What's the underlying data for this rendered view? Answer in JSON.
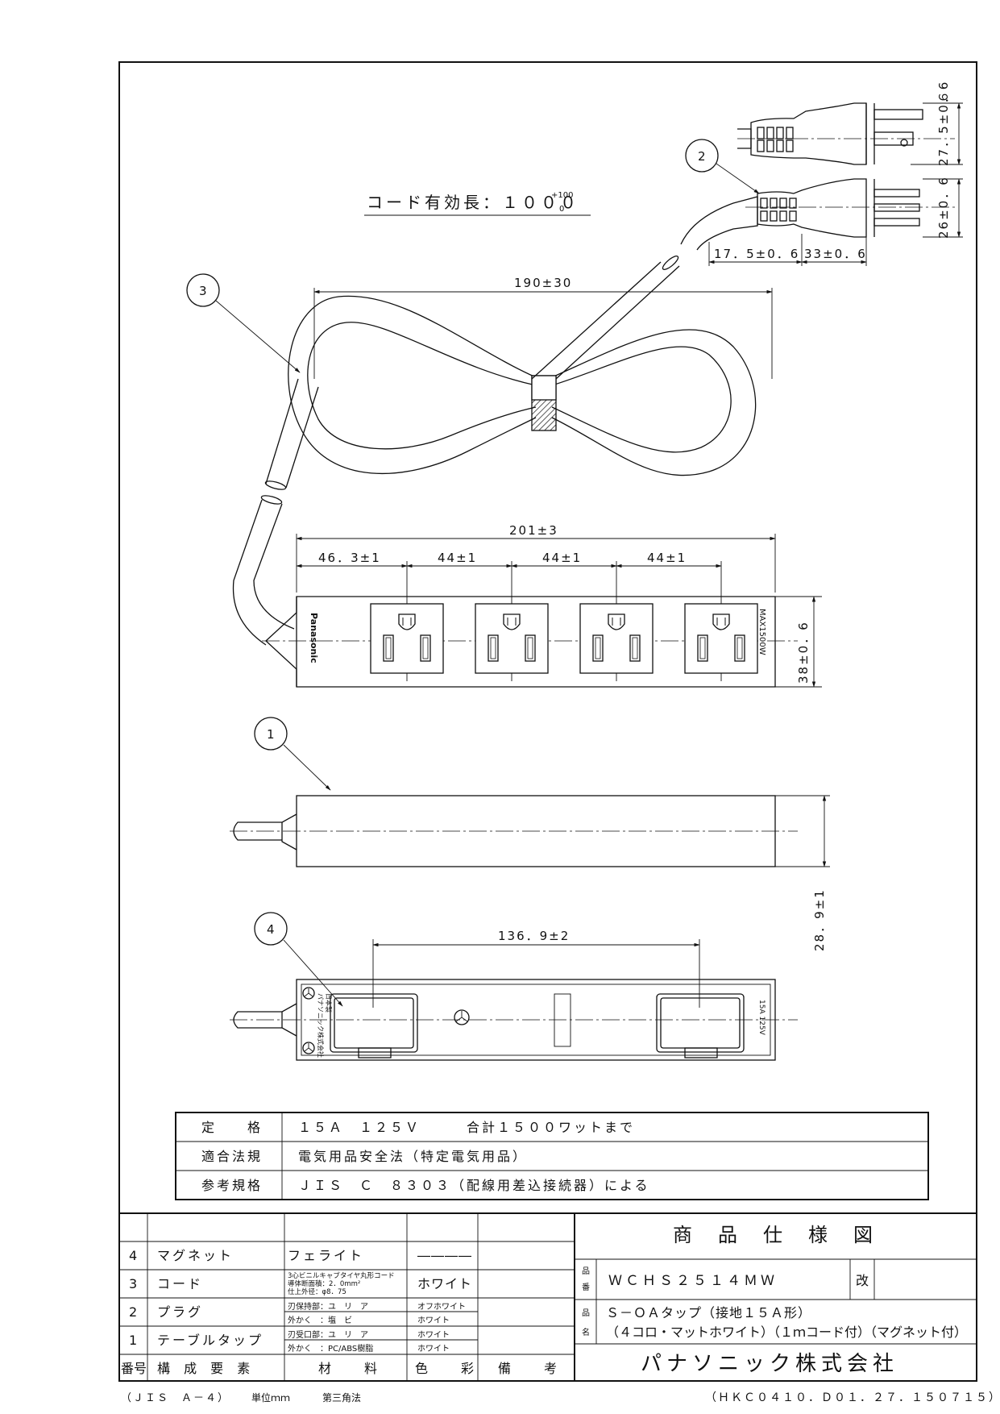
{
  "cord_length_label": "コード有効長：１０００",
  "cord_length_tol_upper": "+100",
  "cord_length_tol_lower": "0",
  "dimensions": {
    "cord_loop_width": "190±30",
    "tap_length": "201±3",
    "first_pitch": "46．3±1",
    "pitch": "44±1",
    "tap_width": "38±0．6",
    "tap_height": "28．9±1",
    "magnet_pitch": "136．9±2",
    "plug_pin_span": "27．5±0．6",
    "plug_width": "26±0．6",
    "plug_body": "17．5±0．6",
    "plug_pin_len": "33±0．6"
  },
  "callouts": [
    "1",
    "2",
    "3",
    "4"
  ],
  "tap_markings": {
    "brand": "Panasonic",
    "max_rating": "MAX1500W",
    "bottom_rating": "15A 125V",
    "bottom_maker": "パナソニック株式会社",
    "bottom_origin": "日本製"
  },
  "spec_table": [
    {
      "label": "定　　格",
      "value": "１５Ａ　１２５Ｖ　　　合計１５００ワットまで"
    },
    {
      "label": "適合法規",
      "value": "電気用品安全法（特定電気用品）"
    },
    {
      "label": "参考規格",
      "value": "ＪＩＳ　Ｃ　８３０３（配線用差込接続器）による"
    }
  ],
  "parts_header": {
    "no": "番号",
    "element": "構 成 要 素",
    "material": "材　　料",
    "color": "色　　彩",
    "remarks": "備　　考"
  },
  "parts": [
    {
      "no": "4",
      "element": "マグネット",
      "material": [
        "フェライト"
      ],
      "color": [
        "――――"
      ]
    },
    {
      "no": "3",
      "element": "コード",
      "material": [
        "3心ビニルキャブタイヤ丸形コード",
        "導体断面積：2．0mm²",
        "仕上外径：φ8．75"
      ],
      "color": [
        "ホワイト"
      ]
    },
    {
      "no": "2",
      "element": "プラグ",
      "material": [
        "刃保持部：ユ　リ　ア",
        "外かく　：塩　ビ"
      ],
      "color": [
        "オフホワイト",
        "ホワイト"
      ]
    },
    {
      "no": "1",
      "element": "テーブルタップ",
      "material": [
        "刃受口部：ユ　リ　ア",
        "外かく　：PC/ABS樹脂"
      ],
      "color": [
        "ホワイト",
        "ホワイト"
      ]
    }
  ],
  "title_block": {
    "title": "商品仕様図",
    "hinban_label": "品番",
    "hinban": "ＷＣＨＳ２５１４ＭＷ",
    "kai_label": "改",
    "hinmei_label": "品名",
    "hinmei_line1": "Ｓ－ＯＡタップ（接地１５Ａ形）",
    "hinmei_line2": "（４コロ・マットホワイト）（１ｍコード付）（マグネット付）",
    "company": "パナソニック株式会社"
  },
  "footer": {
    "paper": "（ＪＩＳ　Ａ－４）",
    "unit": "単位ｍｍ",
    "projection": "第三角法",
    "doc_no": "（ＨＫＣ０４１０．Ｄ０１．２７．１５０７１５）"
  }
}
